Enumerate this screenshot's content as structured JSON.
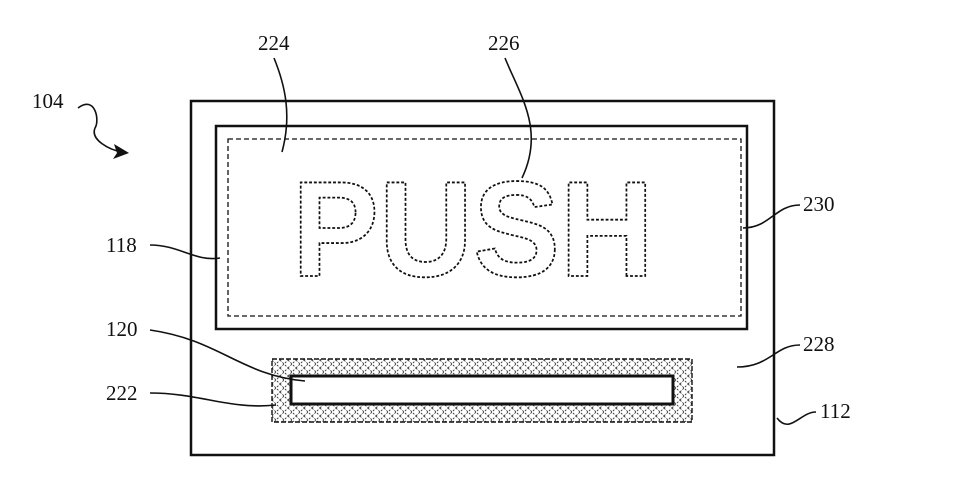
{
  "figure": {
    "sign_text": "PUSH",
    "labels": {
      "device": "104",
      "display": "118",
      "slot": "120",
      "enclosure": "112",
      "display_area": "224",
      "message": "226",
      "slot_surround": "222",
      "housing_surface": "228",
      "display_border": "230"
    }
  }
}
